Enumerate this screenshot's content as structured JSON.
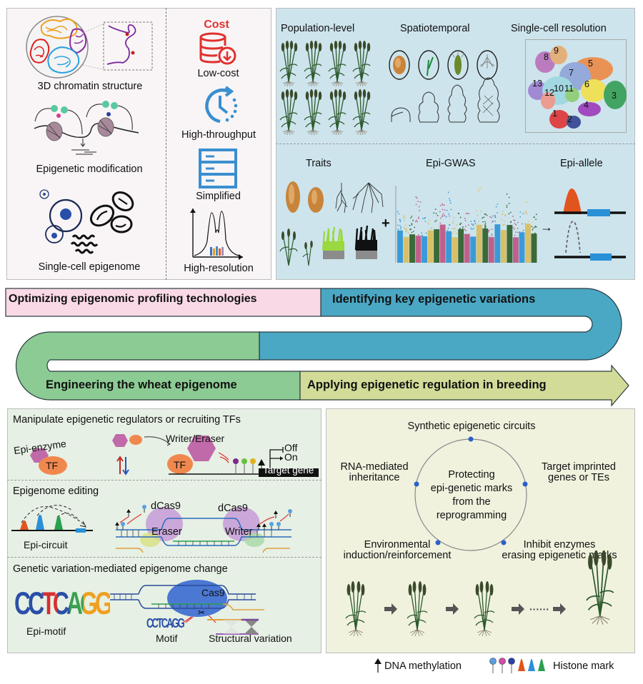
{
  "panels": {
    "profiling": {
      "items_left": [
        "3D chromatin structure",
        "Epigenetic modification",
        "Single-cell epigenome"
      ],
      "items_right": [
        "Low-cost",
        "High-throughput",
        "Simplified",
        "High-resolution"
      ],
      "cost_label": "Cost"
    },
    "variations": {
      "top_headers": [
        "Population-level",
        "Spatiotemporal",
        "Single-cell resolution"
      ],
      "cluster_labels": [
        "1",
        "2",
        "3",
        "4",
        "5",
        "6",
        "7",
        "8",
        "9",
        "10",
        "11",
        "12",
        "13"
      ],
      "bottom_headers": [
        "Traits",
        "Epi-GWAS",
        "Epi-allele"
      ],
      "plus": "+",
      "arrow": "→"
    },
    "engineering": {
      "section1": {
        "title": "Manipulate epigenetic regulators or recruiting TFs",
        "epi_enzyme": "Epi-enzyme",
        "tf": "TF",
        "writer_eraser": "Writer/Eraser",
        "off": "Off",
        "on": "On",
        "target_gene": "Target gene"
      },
      "section2": {
        "title": "Epigenome editing",
        "epi_circuit": "Epi-circuit",
        "dcas9_left": "dCas9",
        "dcas9_right": "dCas9",
        "eraser": "Eraser",
        "writer": "Writer"
      },
      "section3": {
        "title": "Genetic variation-mediated epigenome change",
        "epi_motif": "Epi-motif",
        "motif_letters": "CCTCAGG",
        "cas9": "Cas9",
        "motif": "Motif",
        "structural_variation": "Structural variation"
      }
    },
    "breeding": {
      "top": "Synthetic epigenetic circuits",
      "left": "RNA-mediated\ninheritance",
      "right": "Target imprinted\ngenes or TEs",
      "bottom_left": "Environmental\ninduction/reinforcement",
      "bottom_right": "Inhibit enzymes\nerasing epigenetic marks",
      "center": "Protecting\nepi-genetic marks\nfrom the\nreprogramming",
      "dots": "······"
    }
  },
  "banner": {
    "stage1": "Optimizing epigenomic profiling technologies",
    "stage2": "Identifying key epigenetic variations",
    "stage3": "Engineering the wheat epigenome",
    "stage4": "Applying epigenetic regulation in breeding",
    "colors": {
      "stage1": "#f9d9e6",
      "stage2": "#4aa8c4",
      "stage3": "#8ccb93",
      "stage4": "#d2dc98"
    }
  },
  "legend": {
    "dna_methylation": "DNA methylation",
    "histone_mark": "Histone mark"
  },
  "colors": {
    "panel_profiling": "#f9f5f6",
    "panel_variations": "#cde4ec",
    "panel_engineering": "#e6f0e4",
    "panel_breeding": "#f0f2de",
    "red": "#e0322e",
    "blue": "#3a8fd0"
  }
}
